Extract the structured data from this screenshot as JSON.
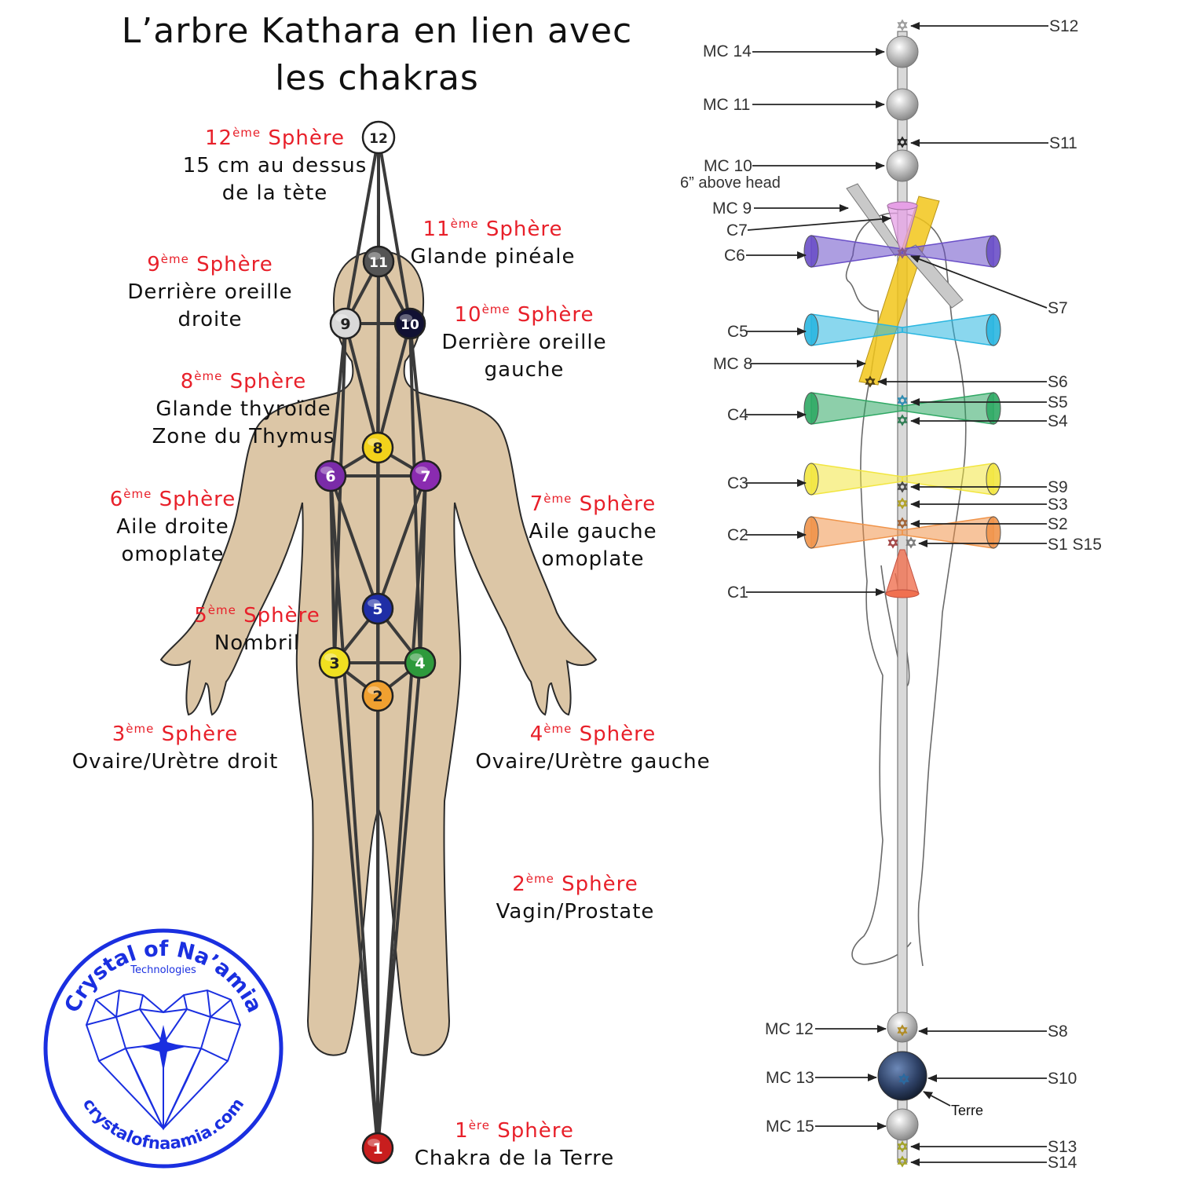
{
  "title_line1": "L’arbre Kathara en lien avec",
  "title_line2": "les chakras",
  "sphere_word": "Sphère",
  "spheres": [
    {
      "num": "12",
      "sup": "ème",
      "desc1": "15 cm au dessus",
      "desc2": "de la tète",
      "color": "#ffffff"
    },
    {
      "num": "11",
      "sup": "ème",
      "desc1": "Glande pinéale",
      "desc2": "",
      "color": "#555555"
    },
    {
      "num": "10",
      "sup": "ème",
      "desc1": "Derrière oreille",
      "desc2": "gauche",
      "color": "#111133"
    },
    {
      "num": "9",
      "sup": "ème",
      "desc1": "Derrière oreille",
      "desc2": "droite",
      "color": "#d9d9d9"
    },
    {
      "num": "8",
      "sup": "ème",
      "desc1": "Glande thyroïde",
      "desc2": "Zone du Thymus",
      "color": "#f2d21b"
    },
    {
      "num": "7",
      "sup": "ème",
      "desc1": "Aile gauche",
      "desc2": "omoplate",
      "color": "#8a2bb0"
    },
    {
      "num": "6",
      "sup": "ème",
      "desc1": "Aile droite",
      "desc2": "omoplate",
      "color": "#7a2ba8"
    },
    {
      "num": "5",
      "sup": "ème",
      "desc1": "Nombril",
      "desc2": "",
      "color": "#1f2ea6"
    },
    {
      "num": "4",
      "sup": "ème",
      "desc1": "Ovaire/Urètre gauche",
      "desc2": "",
      "color": "#2e9a3c"
    },
    {
      "num": "3",
      "sup": "ème",
      "desc1": "Ovaire/Urètre droit",
      "desc2": "",
      "color": "#f0e020"
    },
    {
      "num": "2",
      "sup": "ème",
      "desc1": "Vagin/Prostate",
      "desc2": "",
      "color": "#f0a030"
    },
    {
      "num": "1",
      "sup": "ère",
      "desc1": "Chakra de la Terre",
      "desc2": "",
      "color": "#c81e1e"
    }
  ],
  "logo": {
    "name": "Crystal of Na’amia",
    "sub": "Technologies",
    "url": "crystalofnaamia.com",
    "color": "#1a2fe0"
  },
  "right_left_labels": {
    "mc14": "MC 14",
    "mc11": "MC 11",
    "mc10": "MC 10",
    "mc10_note": "6” above head",
    "mc9": "MC 9",
    "c7": "C7",
    "c6": "C6",
    "c5": "C5",
    "mc8": "MC 8",
    "c4": "C4",
    "c3": "C3",
    "c2": "C2",
    "c1": "C1",
    "mc12": "MC 12",
    "mc13": "MC 13",
    "mc15": "MC 15"
  },
  "right_right_labels": {
    "s12": "S12",
    "s11": "S11",
    "s7": "S7",
    "s6": "S6",
    "s5": "S5",
    "s4": "S4",
    "s9": "S9",
    "s3": "S3",
    "s2": "S2",
    "s1s15": "S1 S15",
    "s8": "S8",
    "s10": "S10",
    "s13": "S13",
    "s14": "S14"
  },
  "terre_label": "Terre",
  "chakra_colors": {
    "c7": "#e6a0e6",
    "c6": "#6a4fc8",
    "c5": "#2ab6e0",
    "c4": "#2fa864",
    "c3": "#f2e640",
    "c2": "#f0944a",
    "c1": "#f07050",
    "gold": "#f2c61a"
  }
}
